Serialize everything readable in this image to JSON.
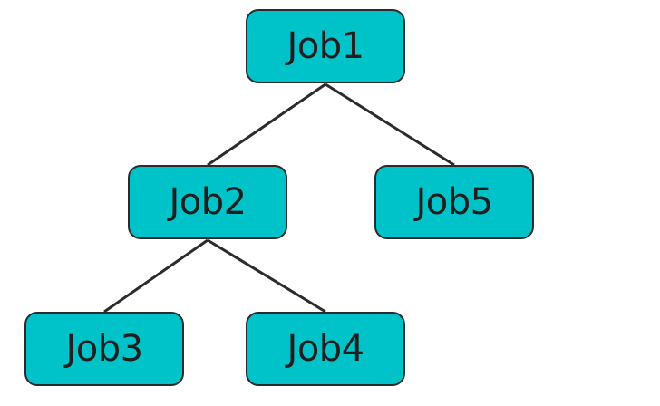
{
  "colors": {
    "node_fill": "#00c3c9",
    "node_border": "#2b2b2b",
    "edge": "#2b2b2b",
    "text": "#1e1e1e"
  },
  "tree": {
    "nodes": [
      {
        "id": "job1",
        "label": "Job1"
      },
      {
        "id": "job2",
        "label": "Job2"
      },
      {
        "id": "job5",
        "label": "Job5"
      },
      {
        "id": "job3",
        "label": "Job3"
      },
      {
        "id": "job4",
        "label": "Job4"
      }
    ],
    "edges": [
      {
        "from": "job1",
        "to": "job2"
      },
      {
        "from": "job1",
        "to": "job5"
      },
      {
        "from": "job2",
        "to": "job3"
      },
      {
        "from": "job2",
        "to": "job4"
      }
    ]
  }
}
